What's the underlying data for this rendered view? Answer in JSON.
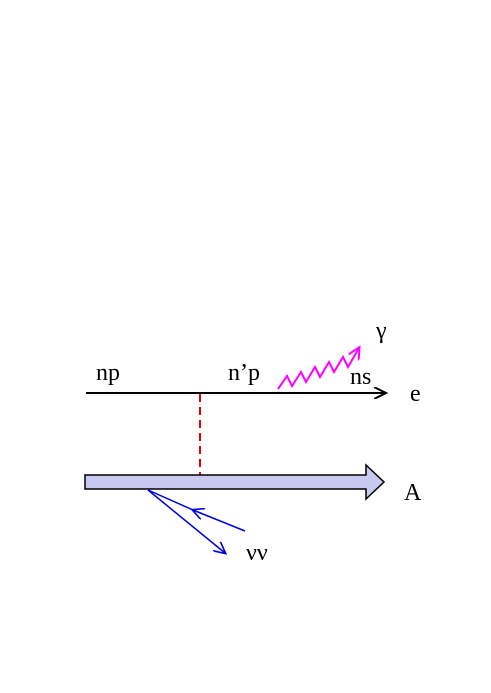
{
  "labels": {
    "initial_state": "np",
    "intermediate_state": "n’p",
    "final_state": "ns",
    "electron": "e",
    "photon": "γ",
    "nucleus": "A",
    "neutrino_pair": "νν"
  },
  "colors": {
    "electron_line": "#000000",
    "exchange_line": "#e00000",
    "photon_line": "#ff00ff",
    "nucleus_fill": "#c8c8f0",
    "nucleus_stroke": "#000000",
    "neutrino_lines": "#0000dd"
  }
}
